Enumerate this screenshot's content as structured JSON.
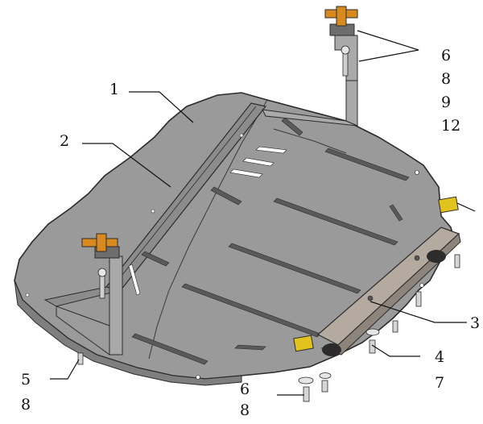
{
  "colors": {
    "plate": "#9a9a9a",
    "plate_shadow": "#7f7f7f",
    "edge": "#2b2b2b",
    "bracket": "#a9a9a9",
    "clamp": "#d98a1f",
    "clip": "#e2c21d",
    "slot": "#5a5a5a",
    "label": "#111111"
  },
  "labels": {
    "l1": "1",
    "l2": "2",
    "l3": "3",
    "r6": "6",
    "r8": "8",
    "r9": "9",
    "r12": "12",
    "b4": "4",
    "b7": "7",
    "b5": "5",
    "b8": "8",
    "m6": "6",
    "m8": "8"
  }
}
